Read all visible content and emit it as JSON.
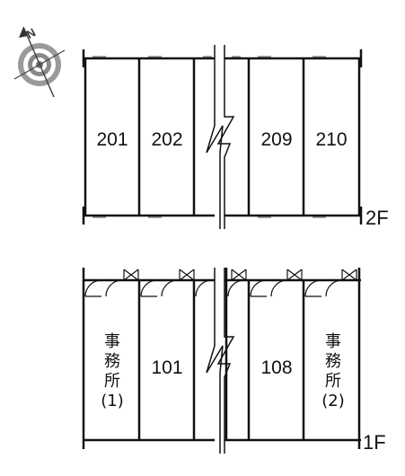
{
  "compass": {
    "north_label": "N",
    "icon": "compass-rose-icon"
  },
  "floors": [
    {
      "label": "2F",
      "units": [
        "201",
        "202",
        "209",
        "210"
      ]
    },
    {
      "label": "1F",
      "units": [
        {
          "lines": [
            "事",
            "務",
            "所",
            "(1)"
          ]
        },
        {
          "lines": [
            "101"
          ]
        },
        {
          "lines": [
            "108"
          ]
        },
        {
          "lines": [
            "事",
            "務",
            "所",
            "(2)"
          ]
        }
      ]
    }
  ],
  "colors": {
    "line": "#111111",
    "compass": "#8a8a8a",
    "background": "#ffffff"
  }
}
